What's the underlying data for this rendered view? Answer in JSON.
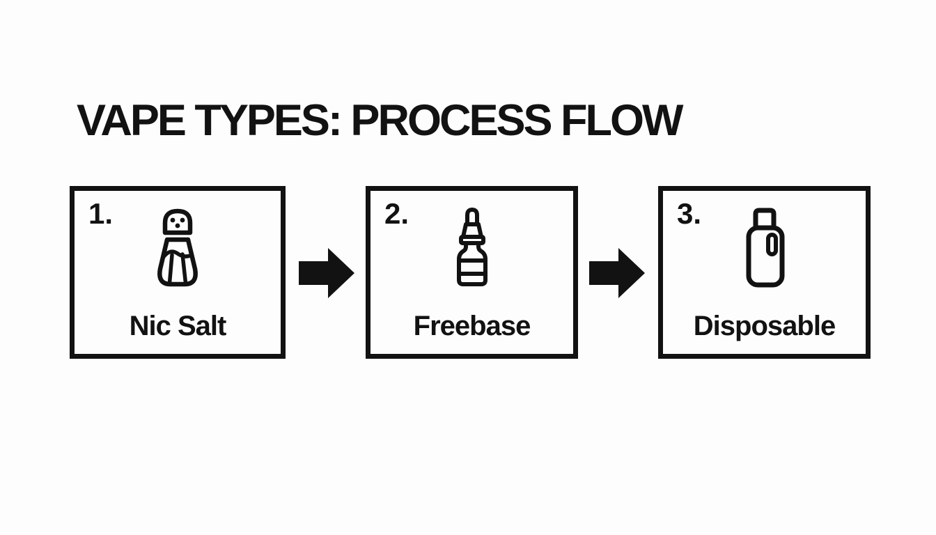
{
  "title": "VAPE TYPES: PROCESS FLOW",
  "colors": {
    "ink": "#121212",
    "background": "#fdfdfd"
  },
  "steps": [
    {
      "number": "1.",
      "label": "Nic Salt",
      "icon": "salt-shaker-icon"
    },
    {
      "number": "2.",
      "label": "Freebase",
      "icon": "dropper-bottle-icon"
    },
    {
      "number": "3.",
      "label": "Disposable",
      "icon": "disposable-vape-icon"
    }
  ],
  "connectors": [
    {
      "icon": "arrow-right-icon",
      "direction": "right"
    },
    {
      "icon": "arrow-right-icon",
      "direction": "right"
    }
  ]
}
